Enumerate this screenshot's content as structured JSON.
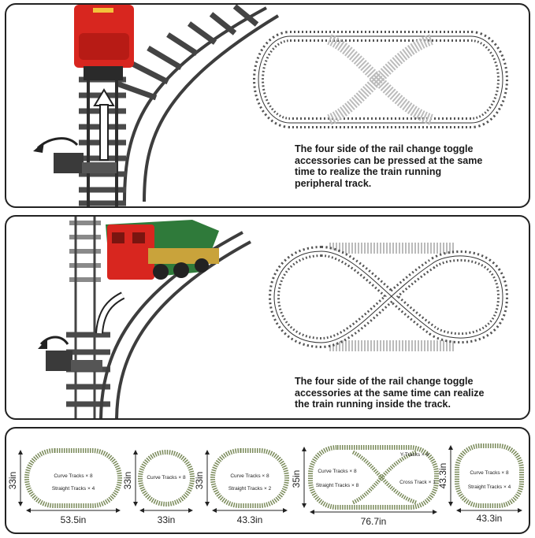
{
  "panel_outer": {
    "caption_lines": [
      "The four side of the rail change toggle",
      "accessories can be pressed at the same",
      "time to realize the train running",
      "peripheral track."
    ]
  },
  "panel_inner": {
    "caption_lines": [
      "The four side of the rail change toggle",
      "accessories at the same time can realize",
      "the train running inside the track."
    ]
  },
  "layouts": [
    {
      "curve": "Curve Tracks × 8",
      "straight": "Straight Tracks × 4",
      "height": "33in",
      "width": "53.5in"
    },
    {
      "curve": "Curve Tracks × 8",
      "height": "33in",
      "width": "33in"
    },
    {
      "curve": "Curve Tracks × 8",
      "straight": "Straight Tracks × 2",
      "height": "33in",
      "width": "43.3in"
    },
    {
      "curve": "Curve Tracks × 8",
      "straight": "Straight Tracks × 8",
      "ytracks": "Y-Tracks × 4",
      "cross": "Cross Track × 1",
      "height": "35in",
      "width": "76.7in"
    },
    {
      "curve": "Curve Tracks × 8",
      "straight": "Straight Tracks × 4",
      "height": "43.3in",
      "width": "43.3in"
    }
  ],
  "colors": {
    "border": "#222222",
    "train_red": "#d8261f",
    "rail": "#3a3a3a",
    "track_green": "#7a8a5a"
  }
}
